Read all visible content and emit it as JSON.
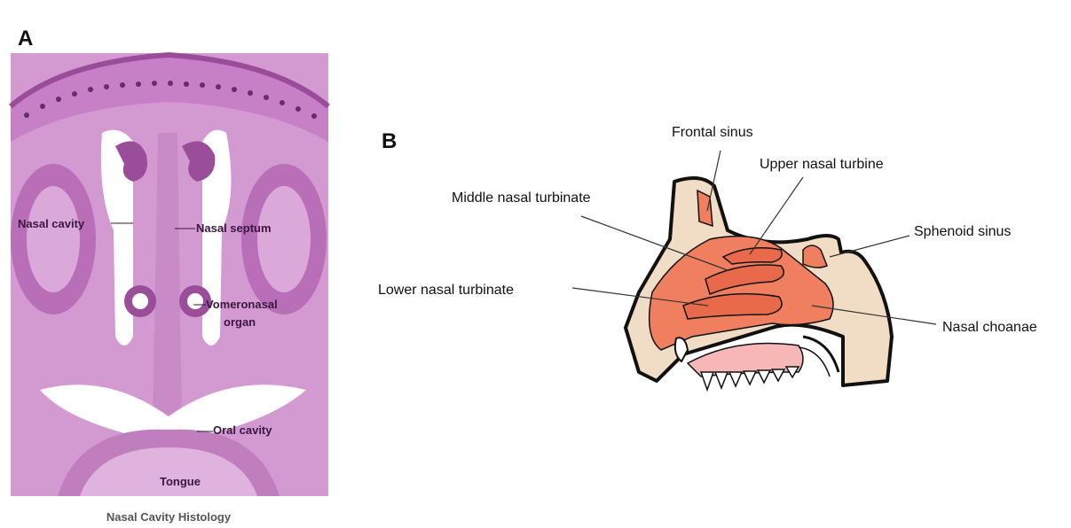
{
  "panel_a": {
    "letter": "A",
    "labels": {
      "nasal_cavity": "Nasal cavity",
      "nasal_septum": "Nasal septum",
      "vomeronasal_1": "Vomeronasal",
      "vomeronasal_2": "organ",
      "oral_cavity": "Oral cavity",
      "tongue": "Tongue"
    },
    "caption": "Nasal Cavity Histology"
  },
  "panel_b": {
    "letter": "B",
    "labels": {
      "frontal_sinus": "Frontal sinus",
      "upper_turbine": "Upper nasal turbine",
      "middle_turbinate": "Middle nasal turbinate",
      "sphenoid_sinus": "Sphenoid sinus",
      "lower_turbinate": "Lower nasal turbinate",
      "nasal_choanae": "Nasal choanae"
    }
  },
  "colors": {
    "histo_dark": "#8e3f8c",
    "histo_mid": "#c88ac6",
    "histo_light": "#e6c4e4",
    "tissue_beige": "#f1dcc6",
    "cavity_orange": "#f07f5f",
    "mouth_pink": "#f6b8b6"
  }
}
